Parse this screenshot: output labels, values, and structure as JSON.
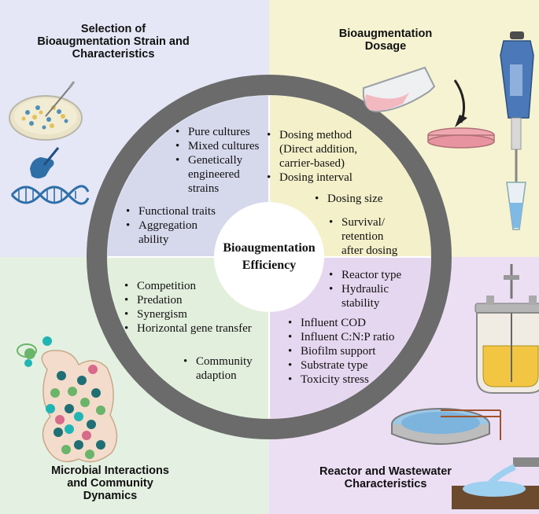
{
  "quadrants": {
    "top_left": {
      "title": "Selection of\nBioaugmentation Strain and\nCharacteristics",
      "items_a": [
        "Pure cultures",
        "Mixed cultures",
        "Genetically\nengineered\nstrains"
      ],
      "items_b": [
        "Functional traits",
        "Aggregation\nability"
      ]
    },
    "top_right": {
      "title": "Bioaugmentation\nDosage",
      "items_a": [
        "Dosing method\n(Direct addition,\ncarrier-based)",
        "Dosing interval"
      ],
      "items_b": [
        "Dosing size"
      ],
      "items_c": [
        "Survival/\nretention\nafter dosing"
      ]
    },
    "bottom_left": {
      "title": "Microbial Interactions\nand Community\nDynamics",
      "items_a": [
        "Competition",
        "Predation",
        "Synergism",
        "Horizontal gene transfer"
      ],
      "items_b": [
        "Community\nadaption"
      ]
    },
    "bottom_right": {
      "title": "Reactor and Wastewater\nCharacteristics",
      "items_a": [
        "Reactor type",
        "Hydraulic\nstability"
      ],
      "items_b": [
        "Influent COD",
        "Influent C:N:P ratio",
        "Biofilm support",
        "Substrate type",
        "Toxicity stress"
      ]
    }
  },
  "center": {
    "title": "Bioaugmentation\nEfficiency"
  },
  "colors": {
    "top_left_bg": "#e5e7f6",
    "top_right_bg": "#f6f3d2",
    "bottom_left_bg": "#e4f1e2",
    "bottom_right_bg": "#ecdff4",
    "ring": "#6b6b6b"
  },
  "icons": [
    "petri-dish-icon",
    "hand-pen-icon",
    "dna-icon",
    "flask-icon",
    "petri-dish-small-icon",
    "pipette-icon",
    "microbes-cluster-icon",
    "bioreactor-icon",
    "clarifier-tank-icon",
    "outfall-pipe-icon"
  ]
}
